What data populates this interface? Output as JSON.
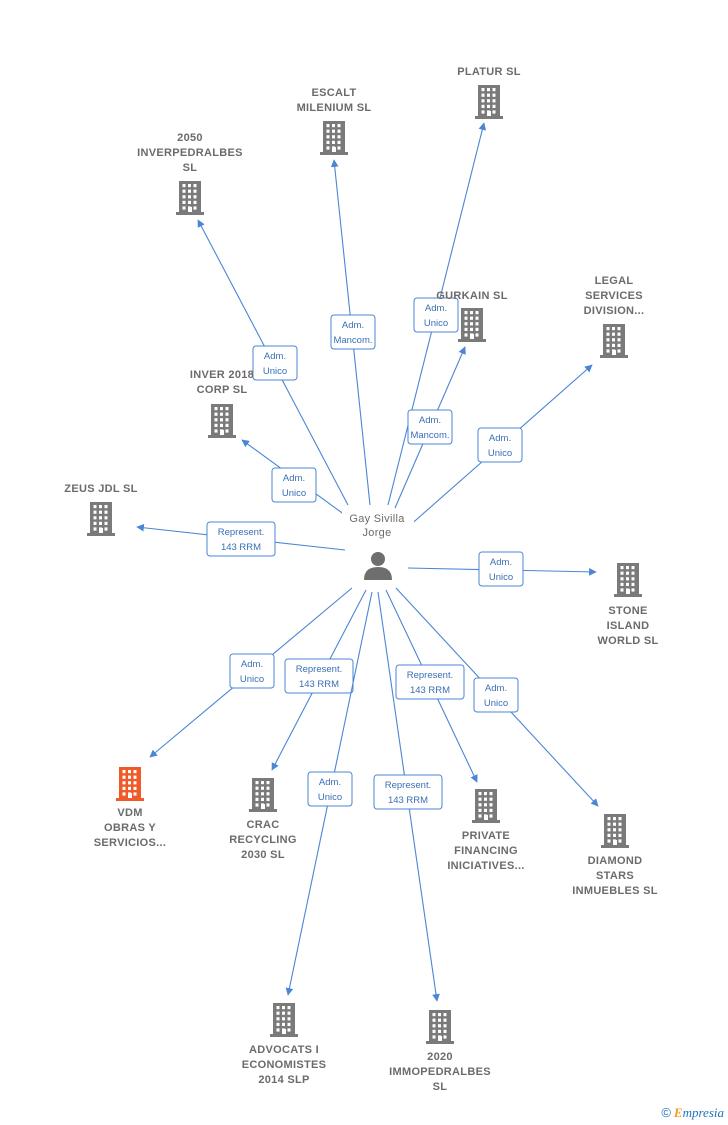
{
  "center": {
    "name_lines": [
      "Gay Sivilla",
      "Jorge"
    ],
    "icon": "person-icon"
  },
  "colors": {
    "edge": "#4a86d4",
    "building": "#7a7a7a",
    "building_highlight": "#f05a28"
  },
  "companies": [
    {
      "id": "2050-inverpedralbes",
      "lines": [
        "2050",
        "INVERPEDRALBES",
        "SL"
      ],
      "icon": "building-icon",
      "highlight": false
    },
    {
      "id": "escalt-milenium",
      "lines": [
        "ESCALT",
        "MILENIUM  SL"
      ],
      "icon": "building-icon",
      "highlight": false
    },
    {
      "id": "platur",
      "lines": [
        "PLATUR  SL"
      ],
      "icon": "building-icon",
      "highlight": false
    },
    {
      "id": "gurkain",
      "lines": [
        "GURKAIN  SL"
      ],
      "icon": "building-icon",
      "highlight": false
    },
    {
      "id": "legal-services",
      "lines": [
        "LEGAL",
        "SERVICES",
        "DIVISION..."
      ],
      "icon": "building-icon",
      "highlight": false
    },
    {
      "id": "inver-2018",
      "lines": [
        "INVER 2018",
        "CORP  SL"
      ],
      "icon": "building-icon",
      "highlight": false
    },
    {
      "id": "zeus-jdl",
      "lines": [
        "ZEUS JDL  SL"
      ],
      "icon": "building-icon",
      "highlight": false
    },
    {
      "id": "stone-island",
      "lines": [
        "STONE",
        "ISLAND",
        "WORLD  SL"
      ],
      "icon": "building-icon",
      "highlight": false
    },
    {
      "id": "vdm-obras",
      "lines": [
        "VDM",
        "OBRAS Y",
        "SERVICIOS..."
      ],
      "icon": "building-icon",
      "highlight": true
    },
    {
      "id": "crac-recycling",
      "lines": [
        "CRAC",
        "RECYCLING",
        "2030  SL"
      ],
      "icon": "building-icon",
      "highlight": false
    },
    {
      "id": "private-financing",
      "lines": [
        "PRIVATE",
        "FINANCING",
        "INICIATIVES..."
      ],
      "icon": "building-icon",
      "highlight": false
    },
    {
      "id": "diamond-stars",
      "lines": [
        "DIAMOND",
        "STARS",
        "INMUEBLES SL"
      ],
      "icon": "building-icon",
      "highlight": false
    },
    {
      "id": "advocats",
      "lines": [
        "ADVOCATS I",
        "ECONOMISTES",
        "2014  SLP"
      ],
      "icon": "building-icon",
      "highlight": false
    },
    {
      "id": "2020-immopedralbes",
      "lines": [
        "2020",
        "IMMOPEDRALBES",
        "SL"
      ],
      "icon": "building-icon",
      "highlight": false
    }
  ],
  "edges": [
    {
      "to": "2050-inverpedralbes",
      "label": [
        "Adm.",
        "Unico"
      ]
    },
    {
      "to": "escalt-milenium",
      "label": [
        "Adm.",
        "Mancom."
      ]
    },
    {
      "to": "platur",
      "label": [
        "Adm.",
        "Unico"
      ]
    },
    {
      "to": "gurkain",
      "label": [
        "Adm.",
        "Mancom."
      ]
    },
    {
      "to": "legal-services",
      "label": [
        "Adm.",
        "Unico"
      ]
    },
    {
      "to": "inver-2018",
      "label": [
        "Adm.",
        "Unico"
      ]
    },
    {
      "to": "zeus-jdl",
      "label": [
        "Represent.",
        "143 RRM"
      ]
    },
    {
      "to": "stone-island",
      "label": [
        "Adm.",
        "Unico"
      ]
    },
    {
      "to": "vdm-obras",
      "label": [
        "Adm.",
        "Unico"
      ]
    },
    {
      "to": "crac-recycling",
      "label": [
        "Represent.",
        "143 RRM"
      ]
    },
    {
      "to": "private-financing",
      "label": [
        "Represent.",
        "143 RRM"
      ]
    },
    {
      "to": "diamond-stars",
      "label": [
        "Adm.",
        "Unico"
      ]
    },
    {
      "to": "advocats",
      "label": [
        "Adm.",
        "Unico"
      ]
    },
    {
      "to": "2020-immopedralbes",
      "label": [
        "Represent.",
        "143 RRM"
      ]
    }
  ],
  "footer": {
    "copyright": "©",
    "brand_initial": "E",
    "brand_rest": "mpresia"
  }
}
